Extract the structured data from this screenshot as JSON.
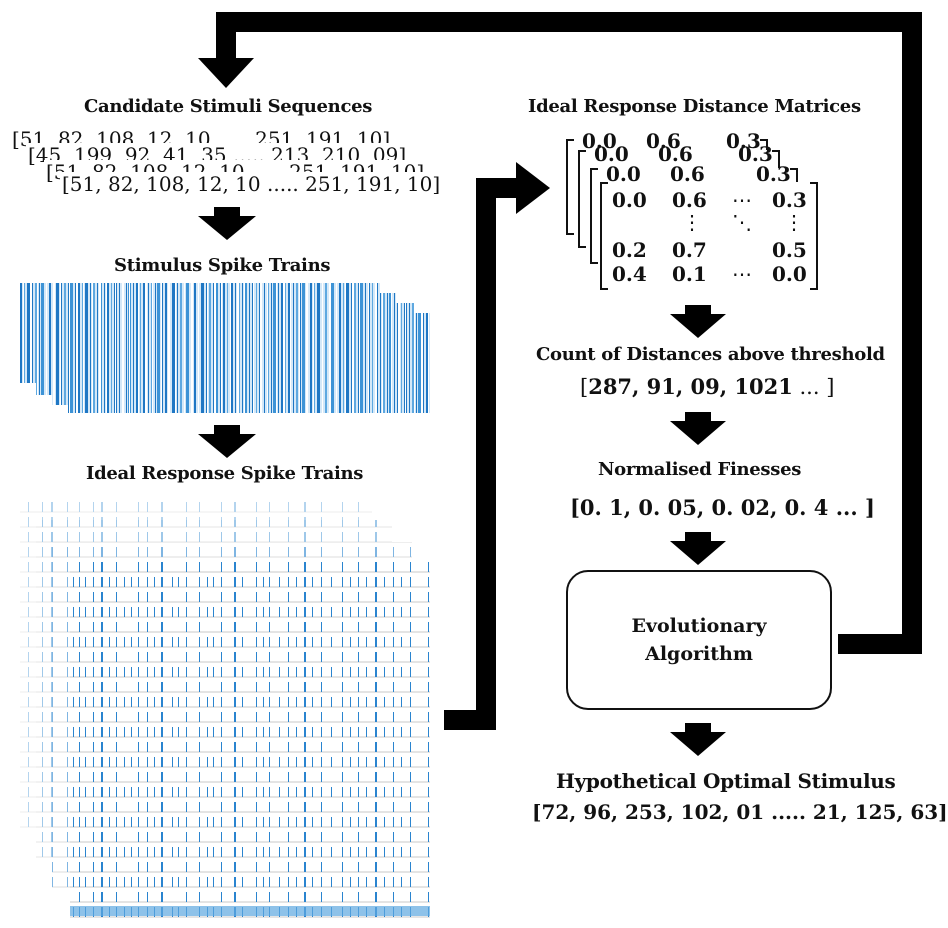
{
  "labels": {
    "candidate_stimuli": "Candidate Stimuli Sequences",
    "stimulus_spike_trains": "Stimulus Spike Trains",
    "ideal_response_spike_trains": "Ideal Response Spike Trains",
    "ideal_response_distance_matrices": "Ideal Response Distance Matrices",
    "count_distances": "Count of Distances above threshold",
    "normalised_finesses": "Normalised Finesses",
    "evolutionary_algorithm_line1": "Evolutionary",
    "evolutionary_algorithm_line2": "Algorithm",
    "hypothetical_optimal": "Hypothetical Optimal Stimulus"
  },
  "sequences": {
    "back3": "[51, 82, 108, 12, 10 ..... 251, 191, 10]",
    "back2": "[45, 199, 92, 41, 35 ..... 213, 210, 09]",
    "back1": "[51, 82, 108, 12, 10 ..... 251, 191, 10]",
    "front": "[51, 82, 108, 12, 10 ..... 251, 191, 10]"
  },
  "matrix": {
    "r1": [
      "0.0",
      "0.6",
      "⋯",
      "0.3"
    ],
    "r2": [
      "",
      "⋮",
      "⋱",
      "⋮"
    ],
    "r3": [
      "0.2",
      "0.7",
      "",
      "0.5"
    ],
    "r4": [
      "0.4",
      "0.1",
      "⋯",
      "0.0"
    ],
    "back_row": [
      "0.0",
      "0.6",
      "⋯",
      "0.3"
    ]
  },
  "counts": {
    "open": "[",
    "values": "287, 91, 09, 1021",
    "tail": " ... ]"
  },
  "finesses": {
    "text": "[0. 1, 0. 05, 0. 02, 0. 4  ... ]"
  },
  "optimal": {
    "text": "[72, 96, 253, 102, 01 ..... 21, 125, 63]"
  },
  "colors": {
    "spike_blue": "#1f77c4",
    "spike_light": "#5ea8e0",
    "arrow": "#000000"
  }
}
